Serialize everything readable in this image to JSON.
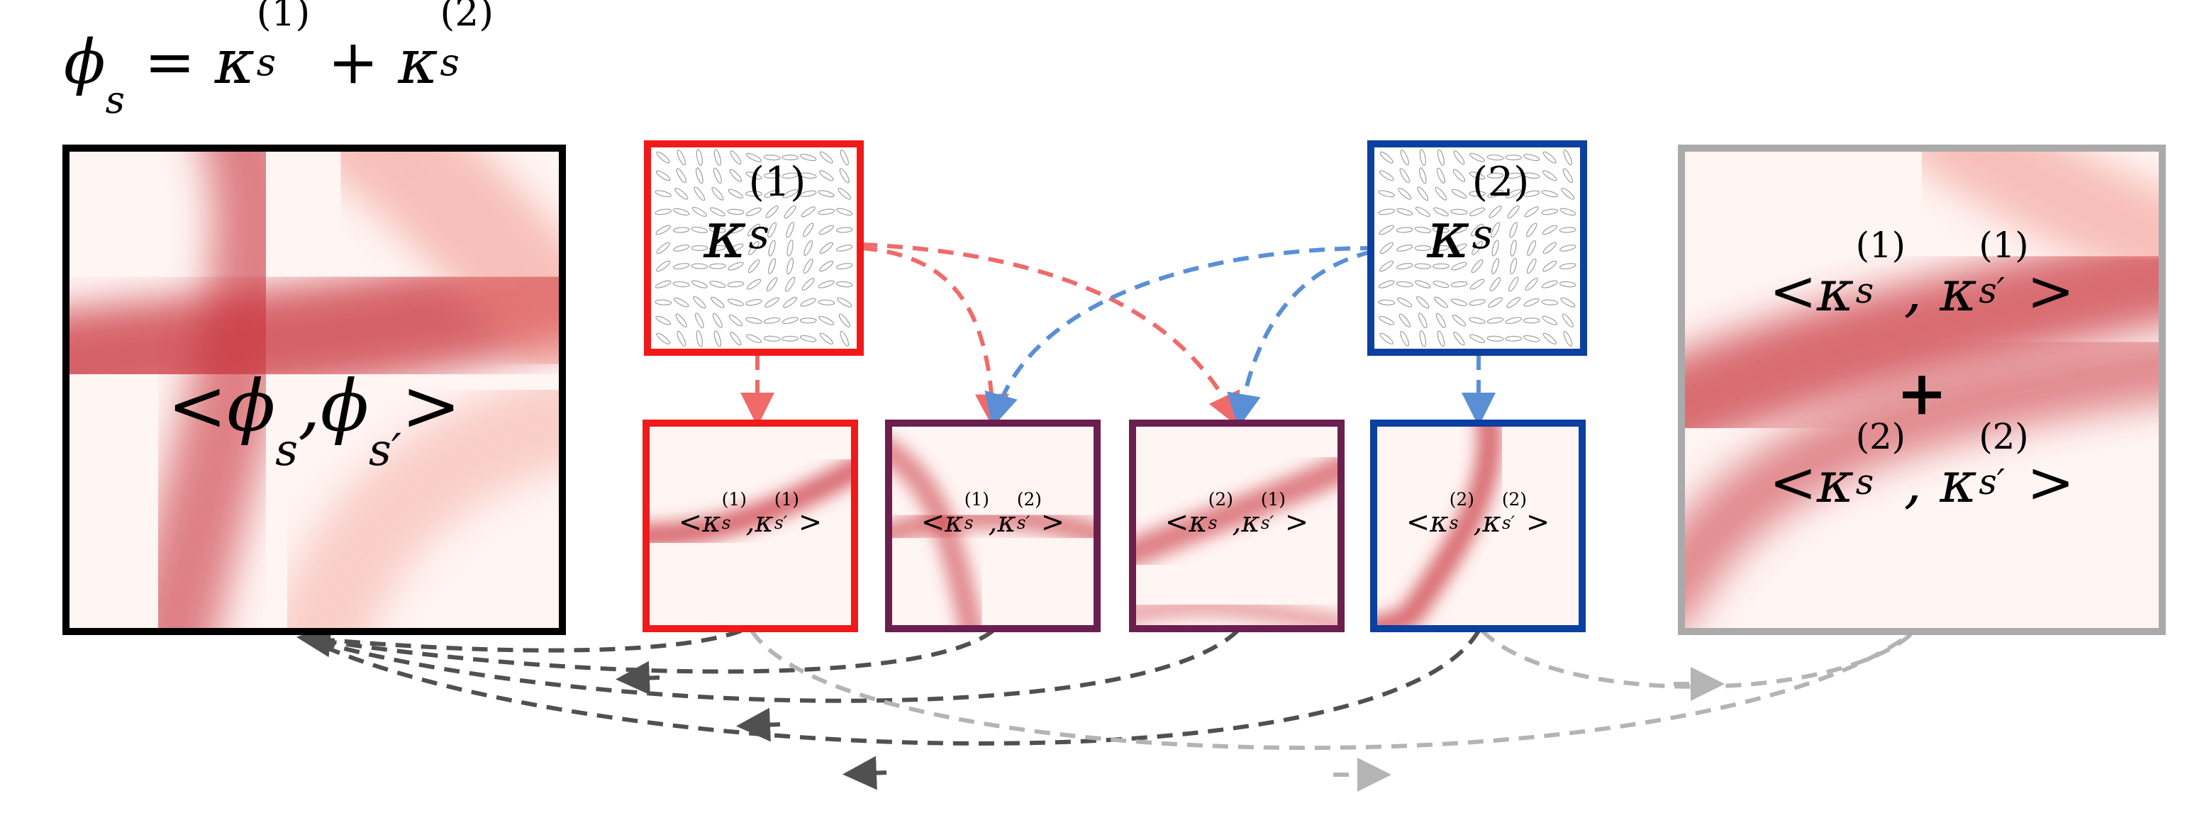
{
  "formula": {
    "phi": "ϕ",
    "sub": "s",
    "eq": "=",
    "kappa": "κ",
    "sup1": "(1)",
    "sup2": "(2)",
    "plus": "+"
  },
  "panels": {
    "phi_inner": {
      "lt": "<",
      "phi": "ϕ",
      "s": "s",
      "comma": ",",
      "sp": "s′",
      "gt": ">"
    },
    "k1_title": {
      "kappa": "κ",
      "sup": "(1)",
      "sub": "s"
    },
    "k2_title": {
      "kappa": "κ",
      "sup": "(2)",
      "sub": "s"
    },
    "k11": {
      "text_a": "<κ",
      "sup_a": "(1)",
      "sub_a": "s",
      "comma": ",κ",
      "sup_b": "(1)",
      "sub_b": "s′",
      "gt": ">"
    },
    "k12": {
      "text_a": "<κ",
      "sup_a": "(1)",
      "sub_a": "s",
      "comma": ",κ",
      "sup_b": "(2)",
      "sub_b": "s′",
      "gt": ">"
    },
    "k21": {
      "text_a": "<κ",
      "sup_a": "(2)",
      "sub_a": "s",
      "comma": ",κ",
      "sup_b": "(1)",
      "sub_b": "s′",
      "gt": ">"
    },
    "k22": {
      "text_a": "<κ",
      "sup_a": "(2)",
      "sub_a": "s",
      "comma": ",κ",
      "sup_b": "(2)",
      "sub_b": "s′",
      "gt": ">"
    },
    "sum_top": {
      "text_a": "<κ",
      "sup_a": "(1)",
      "sub_a": "s",
      "comma": ", κ",
      "sup_b": "(1)",
      "sub_b": "s′",
      "gt": ">"
    },
    "sum_plus": "+",
    "sum_bot": {
      "text_a": "<κ",
      "sup_a": "(2)",
      "sub_a": "s",
      "comma": ", κ",
      "sup_b": "(2)",
      "sub_b": "s′",
      "gt": ">"
    }
  },
  "colors": {
    "red_border": "#f01a1a",
    "blue_border": "#0b3fa0",
    "purple_border": "#6b1f4f",
    "black_border": "#000000",
    "gray_border": "#aaaaaa",
    "heat_low": "#fff5f3",
    "heat_high": "#c8323a",
    "arrow_red": "#f06a6a",
    "arrow_blue": "#5a8fd6",
    "arrow_dark": "#505050",
    "arrow_light": "#b4b4b4"
  }
}
